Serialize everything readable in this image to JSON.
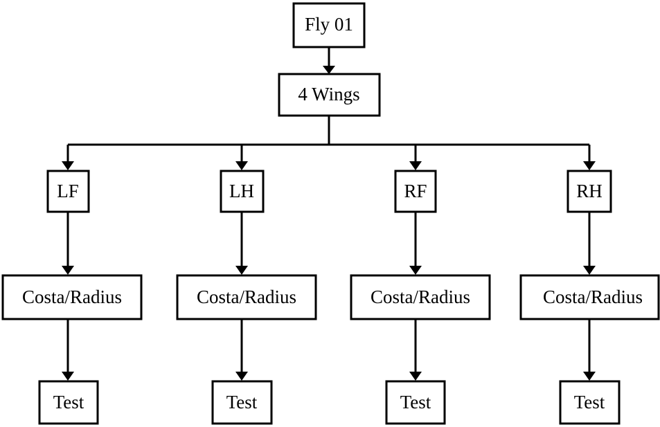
{
  "root": {
    "label": "Fly 01"
  },
  "wings": {
    "label": "4 Wings"
  },
  "branches": [
    {
      "wing": "LF",
      "vein": "Costa/Radius",
      "test": "Test"
    },
    {
      "wing": "LH",
      "vein": "Costa/Radius",
      "test": "Test"
    },
    {
      "wing": "RF",
      "vein": "Costa/Radius",
      "test": "Test"
    },
    {
      "wing": "RH",
      "vein": "Costa/Radius",
      "test": "Test"
    }
  ],
  "colors": {
    "line": "#000000",
    "box_fill": "#ffffff",
    "text": "#000000"
  }
}
